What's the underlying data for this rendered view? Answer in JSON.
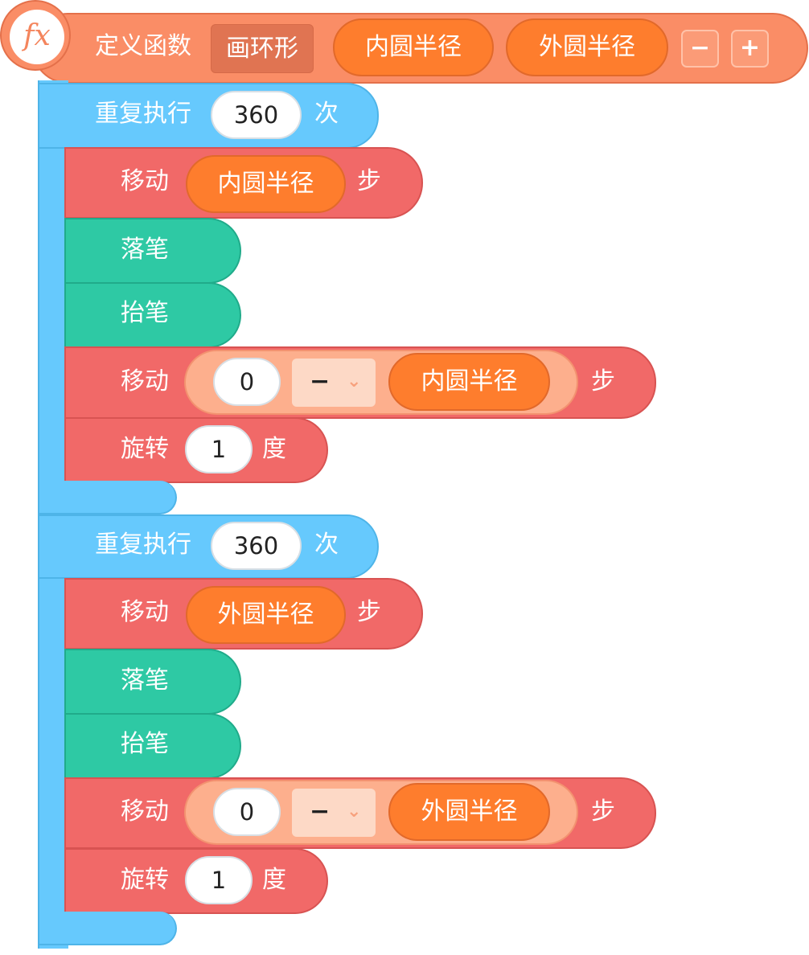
{
  "define": {
    "label": "定义函数",
    "name": "画环形",
    "params": [
      "内圆半径",
      "外圆半径"
    ],
    "minus": "−",
    "plus": "+",
    "icon": "fx"
  },
  "loops": [
    {
      "repeat_label": "重复执行",
      "count": "360",
      "times_label": "次",
      "blocks": {
        "move1": {
          "label": "移动",
          "arg": "内圆半径",
          "unit": "步"
        },
        "pen_down": "落笔",
        "pen_up": "抬笔",
        "move2": {
          "label": "移动",
          "left": "0",
          "op": "−",
          "right": "内圆半径",
          "unit": "步"
        },
        "turn": {
          "label": "旋转",
          "value": "1",
          "unit": "度"
        }
      }
    },
    {
      "repeat_label": "重复执行",
      "count": "360",
      "times_label": "次",
      "blocks": {
        "move1": {
          "label": "移动",
          "arg": "外圆半径",
          "unit": "步"
        },
        "pen_down": "落笔",
        "pen_up": "抬笔",
        "move2": {
          "label": "移动",
          "left": "0",
          "op": "−",
          "right": "外圆半径",
          "unit": "步"
        },
        "turn": {
          "label": "旋转",
          "value": "1",
          "unit": "度"
        }
      }
    }
  ]
}
